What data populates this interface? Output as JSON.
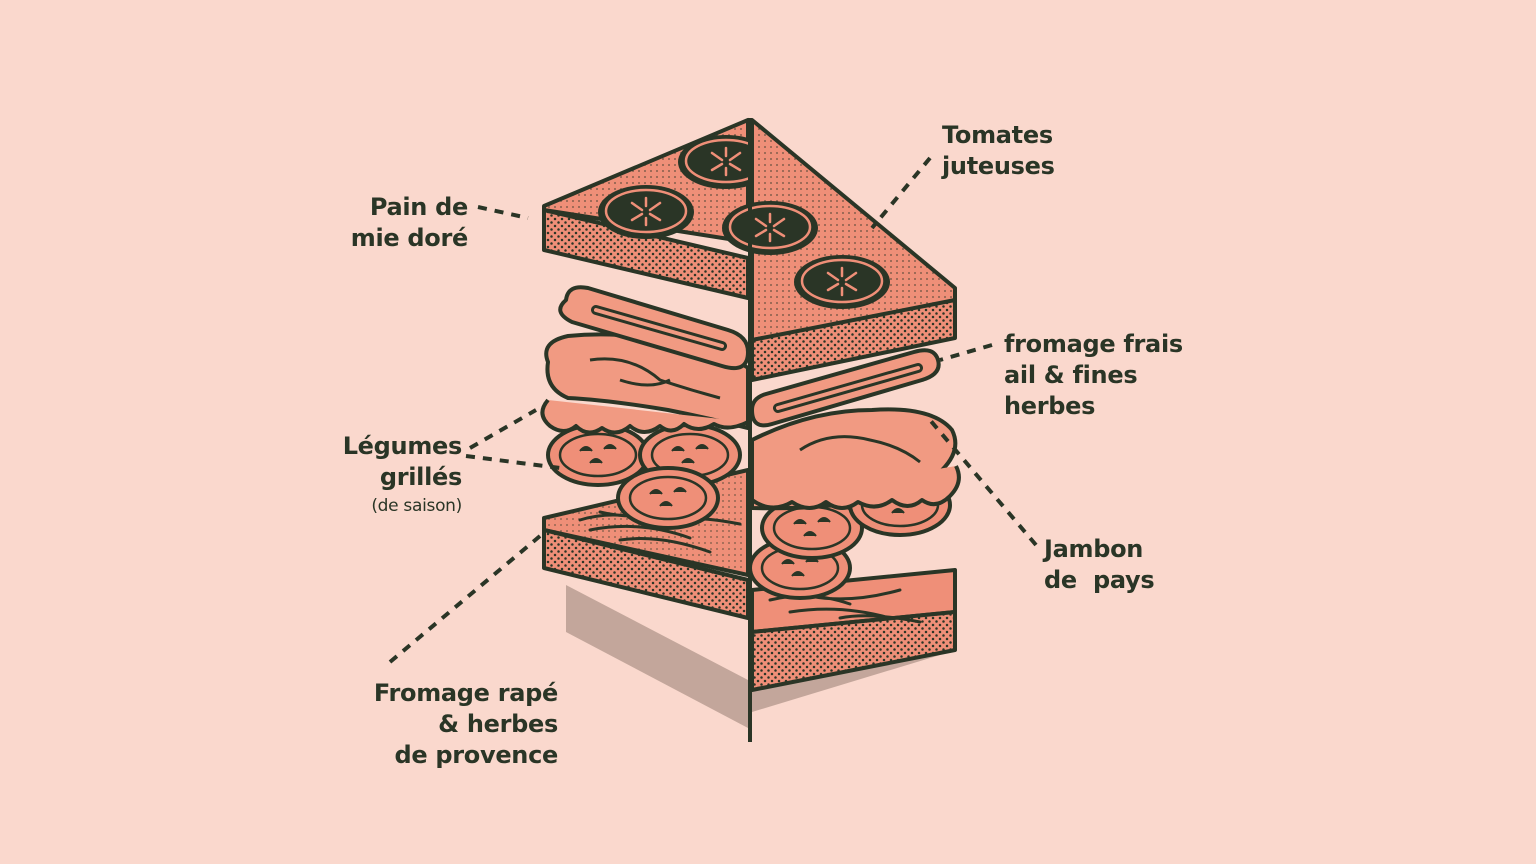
{
  "labels": {
    "pain": {
      "line1": "Pain de",
      "line2": "mie doré"
    },
    "tomates": {
      "line1": "Tomates",
      "line2": "juteuses"
    },
    "fromage_frais": {
      "line1": "fromage frais",
      "line2": "ail & fines",
      "line3": "herbes"
    },
    "legumes": {
      "line1": "Légumes",
      "line2": "grillés",
      "line3": "(de saison)"
    },
    "jambon": {
      "line1": "Jambon",
      "line2": "de  pays"
    },
    "fromage_rape": {
      "line1": "Fromage rapé",
      "line2": "& herbes",
      "line3": "de provence"
    }
  },
  "colors": {
    "background": "#fad8cd",
    "bread": "#ef8f78",
    "outline": "#2a3526",
    "shadow": "#b59a8e",
    "meat": "#f19a82"
  }
}
